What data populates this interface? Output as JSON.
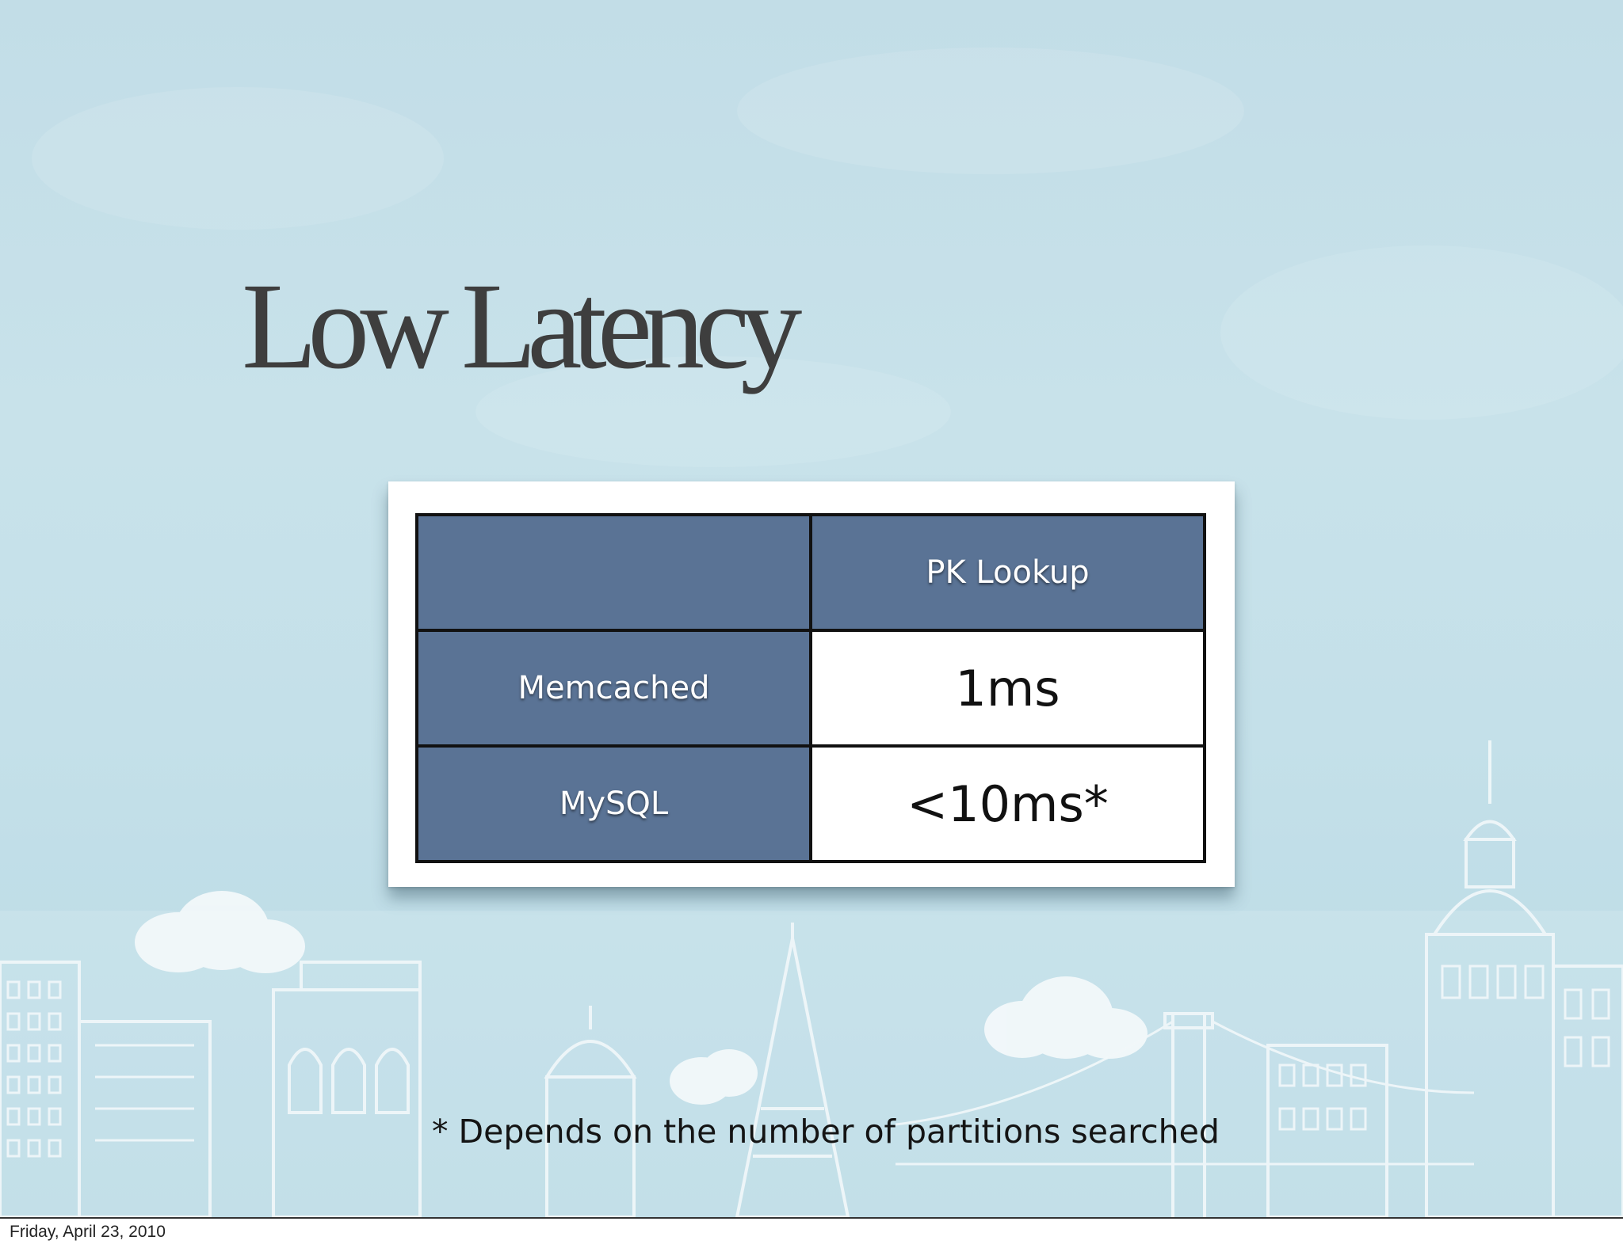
{
  "slide": {
    "title": "Low Latency",
    "footnote": "* Depends on the number of partitions searched"
  },
  "table": {
    "header": [
      "",
      "PK Lookup"
    ],
    "rows": [
      {
        "label": "Memcached",
        "value": "1ms"
      },
      {
        "label": "MySQL",
        "value": "<10ms*"
      }
    ]
  },
  "footer": {
    "date": "Friday, April 23, 2010"
  },
  "colors": {
    "background": "#c4e0e9",
    "header_cell": "#5a7395",
    "title": "#3e3e3e"
  }
}
